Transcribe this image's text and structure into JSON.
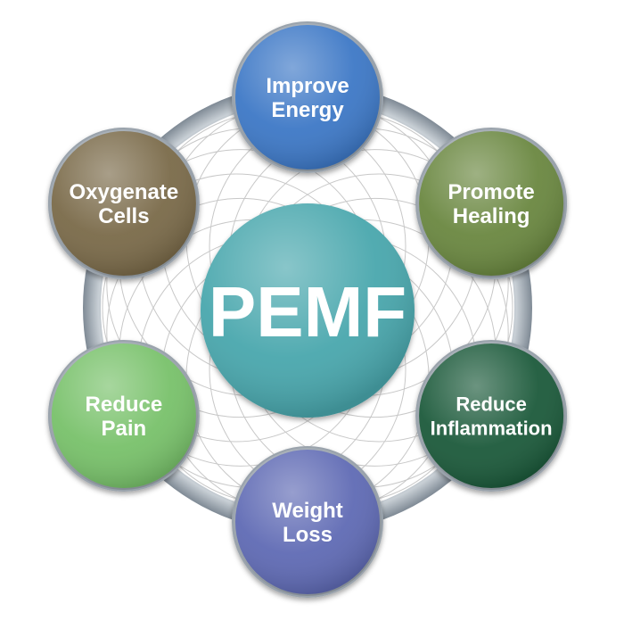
{
  "center": {
    "label": "PEMF",
    "color": "#4aa7ad"
  },
  "ring_color": "#a9b3bd",
  "nodes": [
    {
      "id": "improve-energy",
      "lines": [
        "Improve",
        "Energy"
      ],
      "color": "#3c78c6"
    },
    {
      "id": "promote-healing",
      "lines": [
        "Promote",
        "Healing"
      ],
      "color": "#6b8741"
    },
    {
      "id": "reduce-inflammation",
      "lines": [
        "Reduce",
        "Inflammation"
      ],
      "color": "#1f5a3a"
    },
    {
      "id": "weight-loss",
      "lines": [
        "Weight",
        "Loss"
      ],
      "color": "#5f6bb4"
    },
    {
      "id": "reduce-pain",
      "lines": [
        "Reduce",
        "Pain"
      ],
      "color": "#78c16a"
    },
    {
      "id": "oxygenate-cells",
      "lines": [
        "Oxygenate",
        "Cells"
      ],
      "color": "#7a6a48"
    }
  ]
}
